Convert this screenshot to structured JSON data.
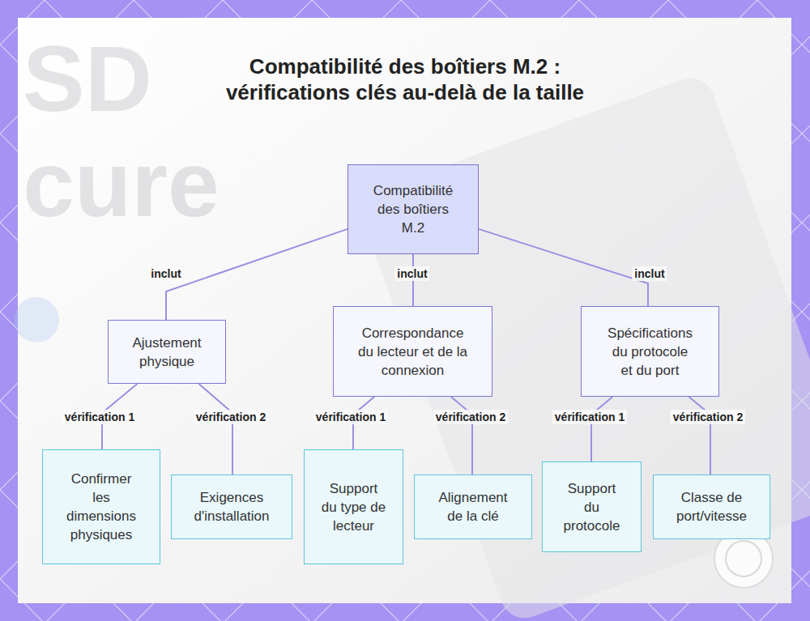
{
  "diagram": {
    "title": "Compatibilité des boîtiers M.2 : vérifications clés au-delà de la taille",
    "nodes": [
      {
        "text": [
          "Compatibilité des boîtiers M.2"
        ]
      },
      {
        "text": [
          "Ajustement physique"
        ]
      },
      {
        "text": [
          "Correspondance du lecteur et de la connexion"
        ]
      },
      {
        "text": [
          "Spécifications du protocole et du port"
        ]
      },
      {
        "text": [
          "Confirmer les dimensions physiques"
        ]
      },
      {
        "text": [
          "Exigences d'installation"
        ]
      },
      {
        "text": [
          "Support du type de lecteur"
        ]
      },
      {
        "text": [
          "Alignement de la clé"
        ]
      },
      {
        "text": [
          "Support du protocole"
        ]
      },
      {
        "text": [
          "Classe de port/vitesse"
        ]
      }
    ],
    "edges": [
      {
        "from": 0,
        "to": 1,
        "label": "inclut",
        "arrow": "none"
      },
      {
        "from": 0,
        "to": 2,
        "label": "inclut",
        "arrow": "none"
      },
      {
        "from": 0,
        "to": 3,
        "label": "inclut",
        "arrow": "none"
      },
      {
        "from": 1,
        "to": 4,
        "label": "vérification 1",
        "arrow": "none"
      },
      {
        "from": 1,
        "to": 5,
        "label": "vérification 2",
        "arrow": "none"
      },
      {
        "from": 2,
        "to": 6,
        "label": "vérification 1",
        "arrow": "none"
      },
      {
        "from": 2,
        "to": 7,
        "label": "vérification 2",
        "arrow": "none"
      },
      {
        "from": 3,
        "to": 8,
        "label": "vérification 1",
        "arrow": "none"
      },
      {
        "from": 3,
        "to": 9,
        "label": "vérification 2",
        "arrow": "none"
      }
    ],
    "labels": [
      "SD",
      "cure"
    ]
  }
}
